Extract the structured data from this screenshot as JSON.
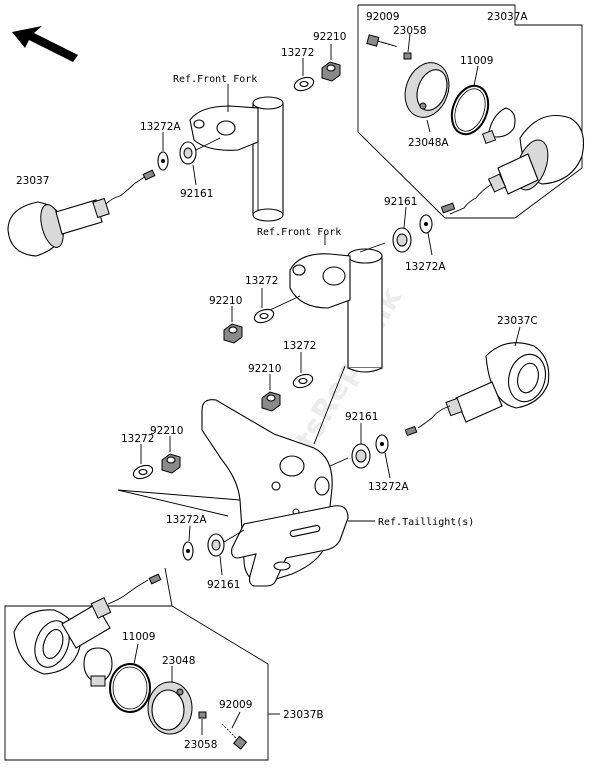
{
  "labels": {
    "p23037": "23037",
    "p23037A": "23037A",
    "p23037B": "23037B",
    "p23037C": "23037C",
    "p23048": "23048",
    "p23048A": "23048A",
    "p23058_top": "23058",
    "p23058_bot": "23058",
    "p92009_top": "92009",
    "p92009_bot": "92009",
    "p11009_top": "11009",
    "p11009_bot": "11009",
    "p92210_a": "92210",
    "p92210_b": "92210",
    "p92210_c": "92210",
    "p92210_d": "92210",
    "p13272_a": "13272",
    "p13272_b": "13272",
    "p13272_c": "13272",
    "p13272_d": "13272",
    "p13272A_a": "13272A",
    "p13272A_b": "13272A",
    "p13272A_c": "13272A",
    "p13272A_d": "13272A",
    "p92161_a": "92161",
    "p92161_b": "92161",
    "p92161_c": "92161",
    "p92161_d": "92161"
  },
  "references": {
    "front_fork_1": "Ref.Front Fork",
    "front_fork_2": "Ref.Front Fork",
    "taillight": "Ref.Taillight(s)"
  },
  "watermark": "PartsRepublik",
  "icons": {
    "front_direction": "arrow-front-left-icon"
  }
}
